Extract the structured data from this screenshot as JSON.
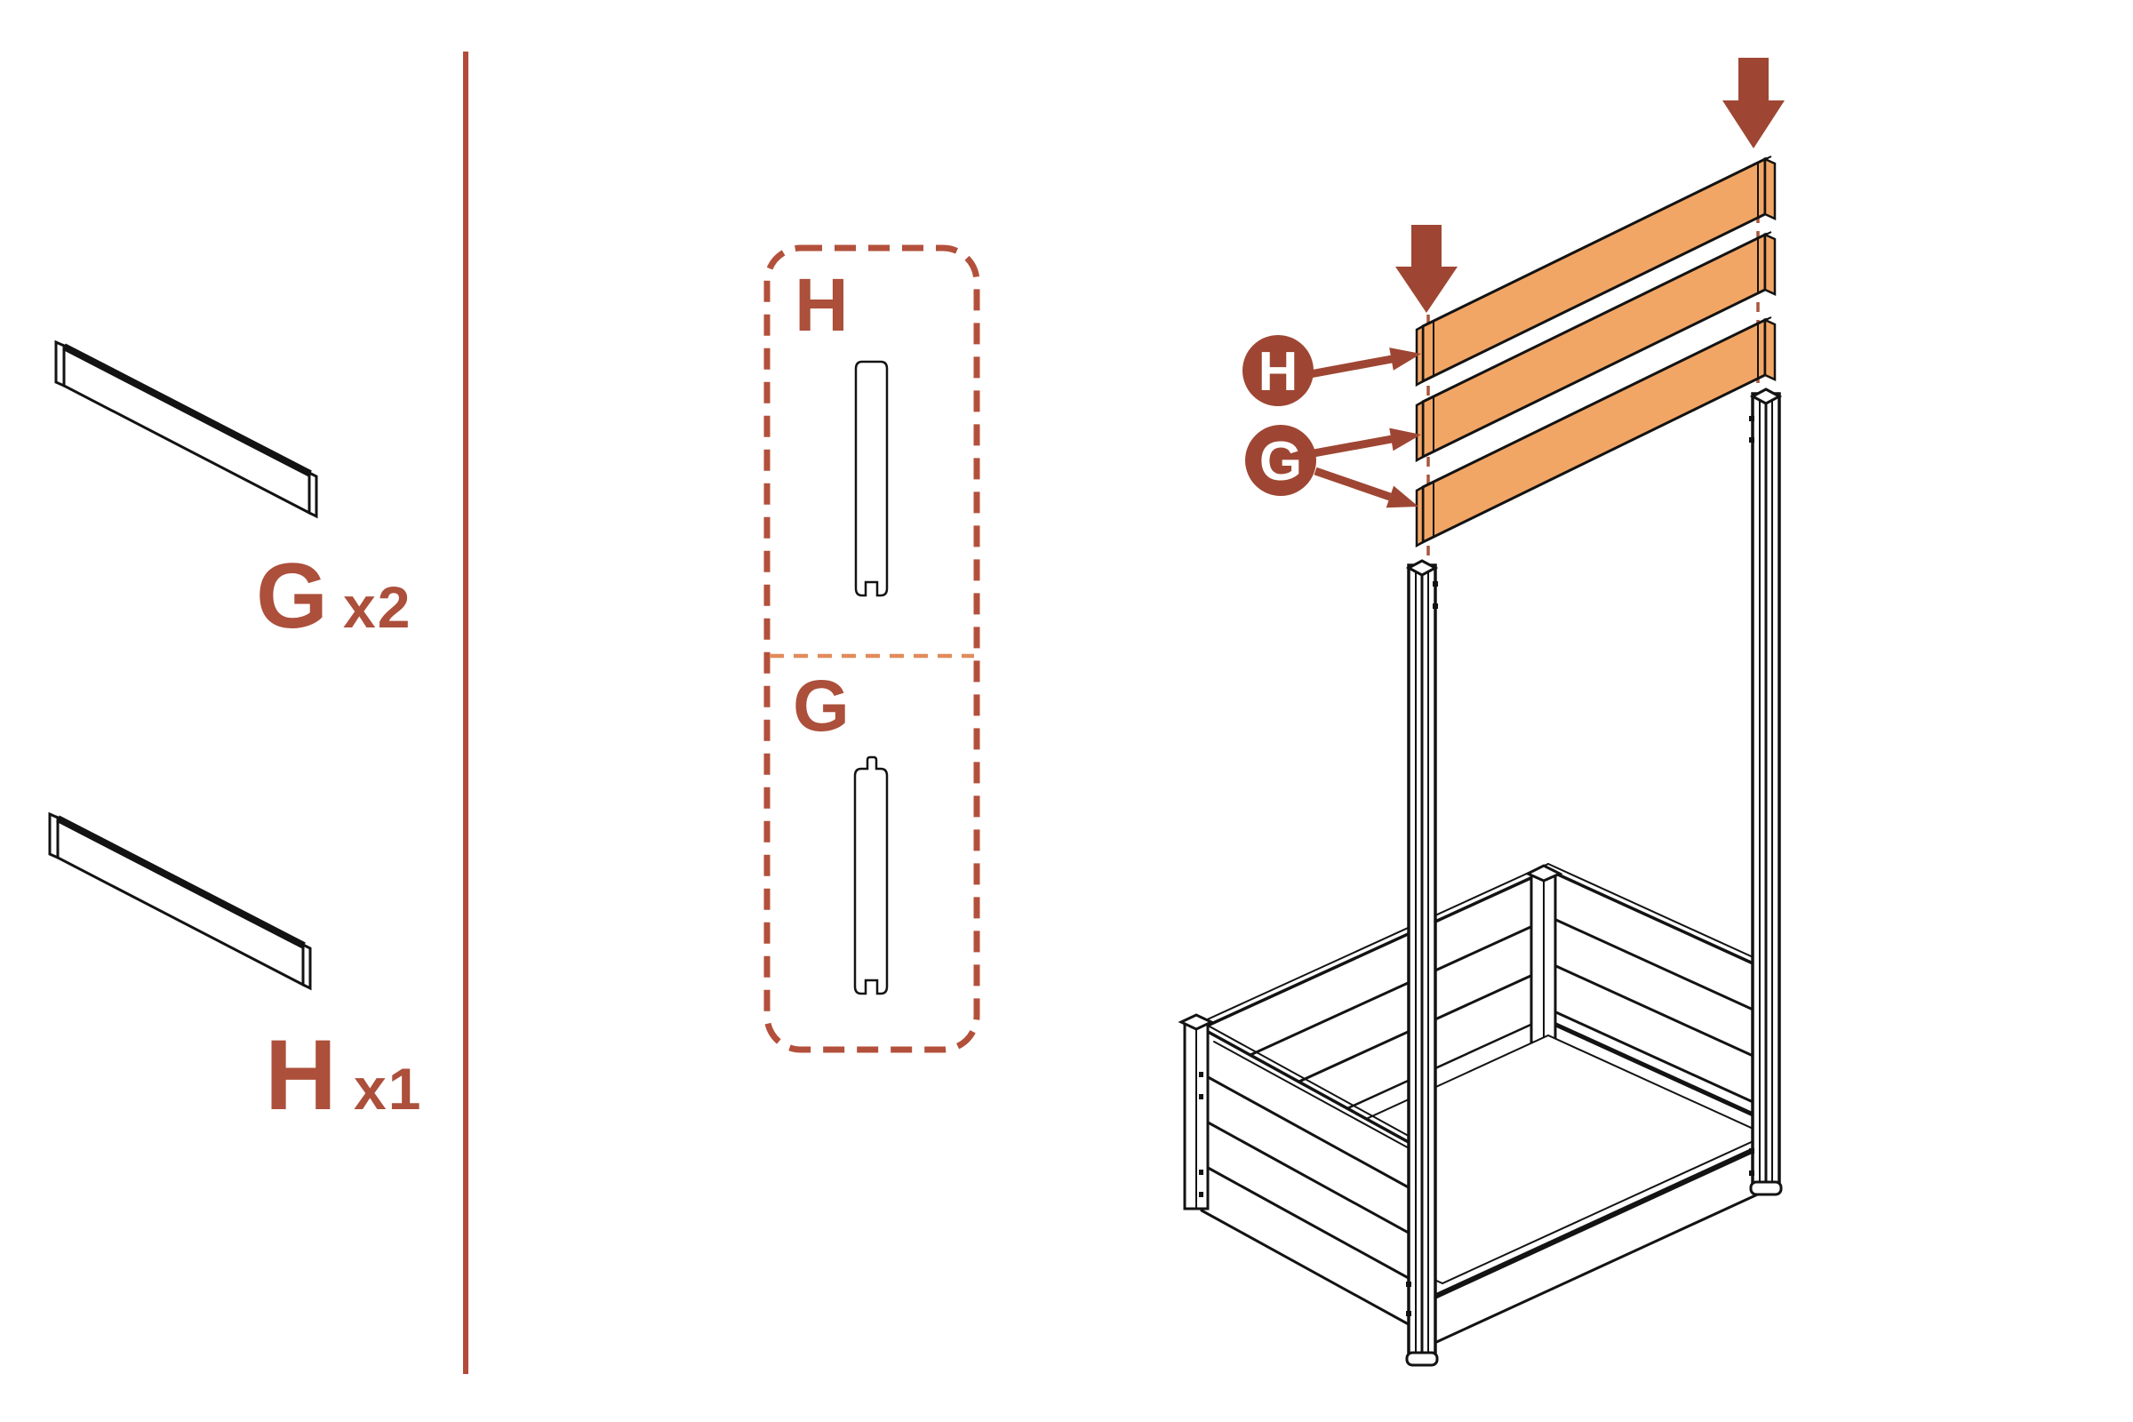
{
  "page": {
    "background": "#ffffff"
  },
  "colors": {
    "accent_text": "#AC4F3B",
    "badge_and_arrow": "#9E4633",
    "divider_line": "#B24B39",
    "profile_box_dash": "#B3503B",
    "profile_box_inner_dash": "#E18B5B",
    "guide_dash": "#A9573F",
    "board_fill": "#F2A666",
    "board_top_highlight": "#F6BD85",
    "drawing_line": "#131313"
  },
  "parts_list": {
    "items": [
      {
        "id": "g",
        "letter": "G",
        "quantity": "x2"
      },
      {
        "id": "h",
        "letter": "H",
        "quantity": "x1"
      }
    ]
  },
  "profile_panel": {
    "sections": [
      {
        "label": "H",
        "shape": "plank-profile-groove-bottom"
      },
      {
        "label": "G",
        "shape": "plank-profile-tongue-top-groove-bottom"
      }
    ]
  },
  "assembly": {
    "callouts": [
      {
        "label": "H",
        "points_to": "top-board"
      },
      {
        "label": "G",
        "points_to": "middle-and-bottom-boards"
      }
    ],
    "icons": [
      "arrow-down-icon",
      "arrow-down-icon"
    ],
    "boards": [
      {
        "name": "board-h-top"
      },
      {
        "name": "board-g-middle"
      },
      {
        "name": "board-g-bottom"
      }
    ]
  }
}
